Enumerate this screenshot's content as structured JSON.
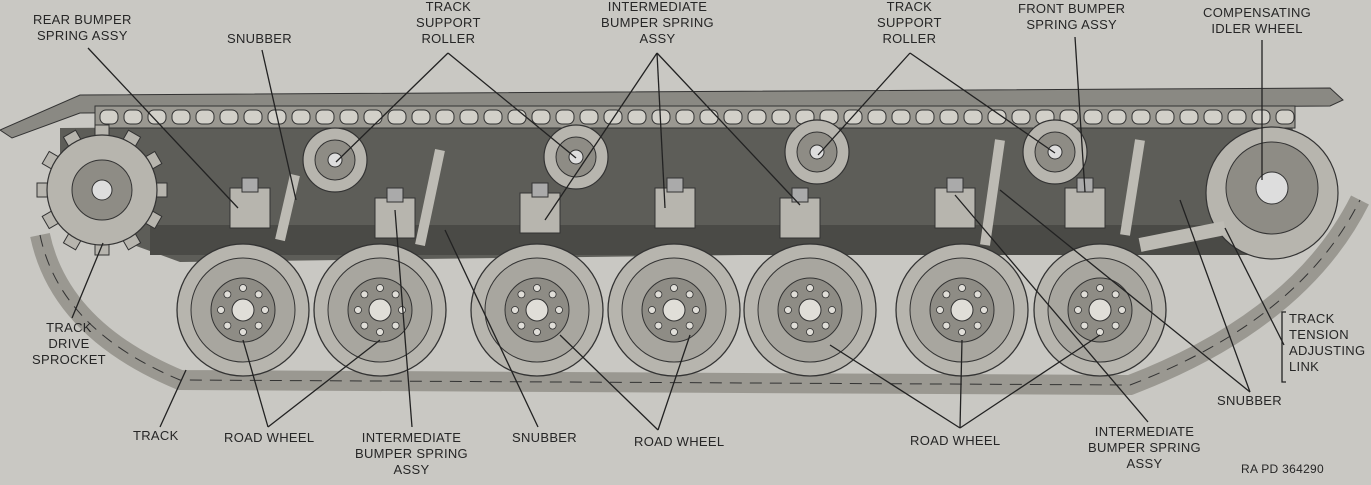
{
  "labels": {
    "rear_bumper": [
      "REAR BUMPER",
      "SPRING ASSY"
    ],
    "snubber_top": [
      "SNUBBER"
    ],
    "track_support_roller_left": [
      "TRACK",
      "SUPPORT",
      "ROLLER"
    ],
    "intermediate_bumper_top": [
      "INTERMEDIATE",
      "BUMPER SPRING",
      "ASSY"
    ],
    "track_support_roller_right": [
      "TRACK",
      "SUPPORT",
      "ROLLER"
    ],
    "front_bumper": [
      "FRONT BUMPER",
      "SPRING ASSY"
    ],
    "compensating_idler": [
      "COMPENSATING",
      "IDLER WHEEL"
    ],
    "track_drive_sprocket": [
      "TRACK",
      "DRIVE",
      "SPROCKET"
    ],
    "track_tension_link": [
      "TRACK",
      "TENSION",
      "ADJUSTING",
      "LINK"
    ],
    "snubber_right": [
      "SNUBBER"
    ],
    "track_bottom": [
      "TRACK"
    ],
    "road_wheel_left": [
      "ROAD WHEEL"
    ],
    "intermediate_bumper_bottom_left": [
      "INTERMEDIATE",
      "BUMPER SPRING",
      "ASSY"
    ],
    "snubber_bottom": [
      "SNUBBER"
    ],
    "road_wheel_center": [
      "ROAD WHEEL"
    ],
    "road_wheel_right": [
      "ROAD WHEEL"
    ],
    "intermediate_bumper_bottom_right": [
      "INTERMEDIATE",
      "BUMPER SPRING",
      "ASSY"
    ],
    "figure_ref": [
      "RA PD 364290"
    ]
  },
  "colors": {
    "background": "#c9c8c3",
    "ink": "#262626",
    "hull": "#5d5d58",
    "hull_dark": "#3e3e3a",
    "wheel_light": "#b7b5ae",
    "wheel_mid": "#8e8c85",
    "track": "#9a9891"
  }
}
